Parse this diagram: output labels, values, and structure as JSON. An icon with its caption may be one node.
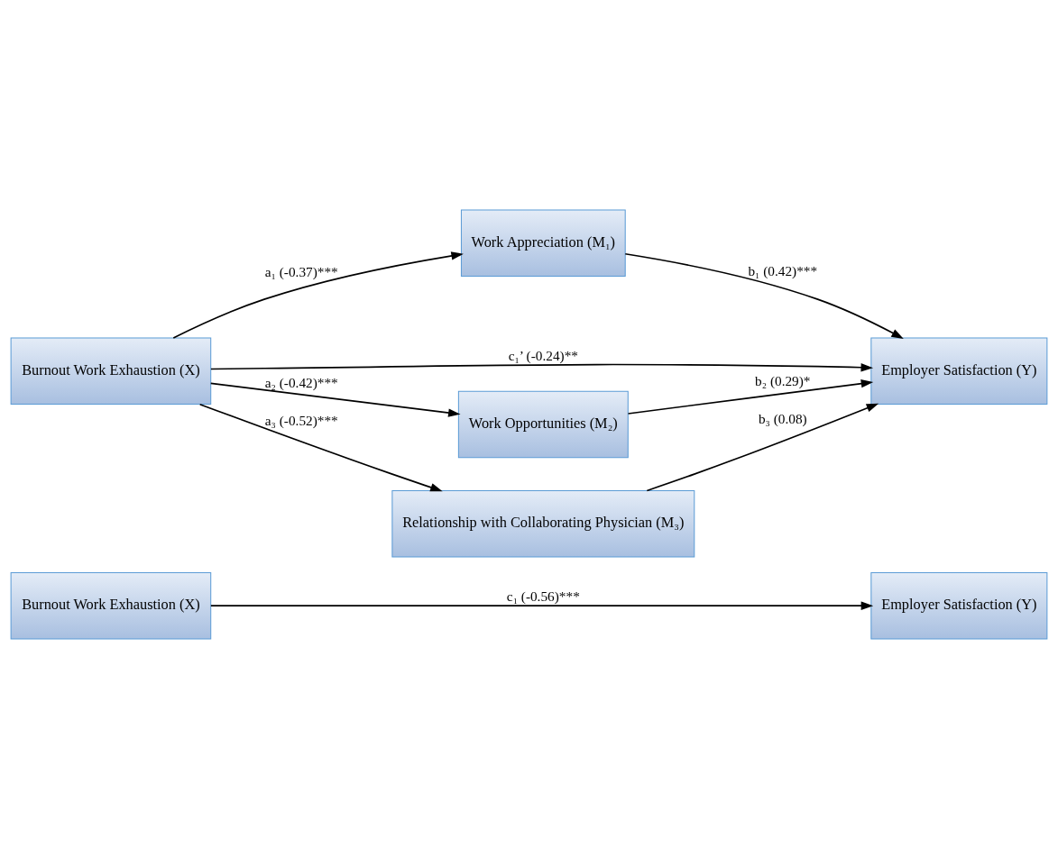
{
  "diagram": {
    "nodes": [
      {
        "text": [
          "Burnout Work Exhaustion (X)"
        ]
      },
      {
        "text": [
          "Employer Satisfaction (Y)"
        ]
      },
      {
        "text": [
          "Work Appreciation (M₁)"
        ]
      },
      {
        "text": [
          "Burnout Work Exhaustion (X)"
        ]
      },
      {
        "text": [
          "Employer Satisfaction (Y)"
        ]
      },
      {
        "text": [
          "Work Opportunities (M₂)"
        ]
      },
      {
        "text": [
          "Relationship with Collaborating Physician (M₃)"
        ]
      }
    ],
    "edges": [
      {
        "from": 0,
        "to": 1,
        "arrow": "to",
        "label": "c₁ (-0.56)***"
      },
      {
        "from": 3,
        "to": 2,
        "arrow": "to",
        "label": "a₁ (-0.37)***"
      },
      {
        "from": 2,
        "to": 4,
        "arrow": "to",
        "label": "b₁ (0.42)***"
      },
      {
        "from": 3,
        "to": 4,
        "arrow": "to",
        "label": "c₁’ (-0.24)**"
      },
      {
        "from": 3,
        "to": 5,
        "arrow": "to",
        "label": "a₂ (-0.42)***"
      },
      {
        "from": 5,
        "to": 4,
        "arrow": "to",
        "label": "b₂ (0.29)*"
      },
      {
        "from": 3,
        "to": 6,
        "arrow": "to",
        "label": "a₃ (-0.52)***"
      },
      {
        "from": 6,
        "to": 4,
        "arrow": "to",
        "label": "b₃ (0.08)"
      }
    ]
  }
}
